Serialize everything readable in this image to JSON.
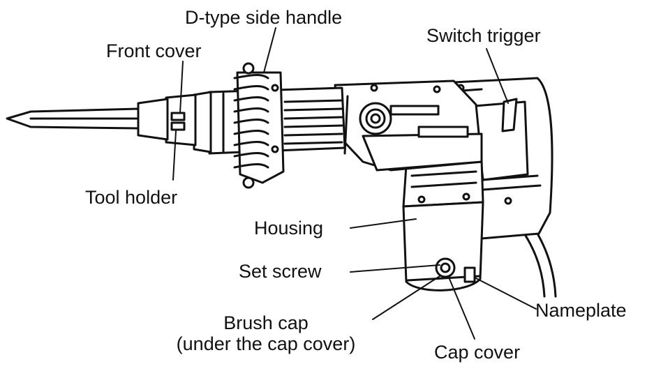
{
  "labels": {
    "d_type_side_handle": "D-type side handle",
    "front_cover": "Front cover",
    "switch_trigger": "Switch trigger",
    "tool_holder": "Tool holder",
    "housing": "Housing",
    "set_screw": "Set screw",
    "nameplate": "Nameplate",
    "brush_cap_line1": "Brush cap",
    "brush_cap_line2": "(under the cap cover)",
    "cap_cover": "Cap cover"
  },
  "colors": {
    "ink": "#111111",
    "paper": "#ffffff"
  }
}
